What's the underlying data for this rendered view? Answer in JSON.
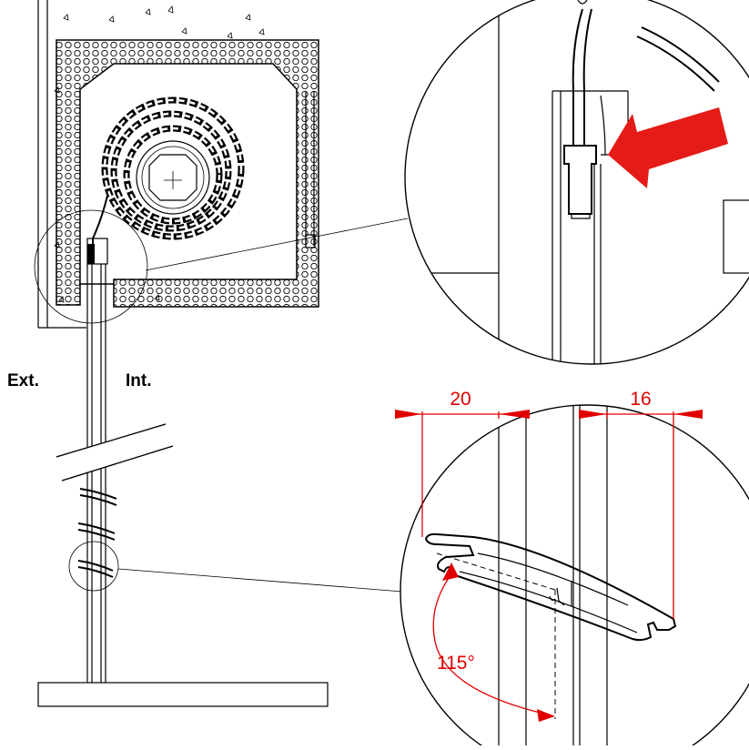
{
  "labels": {
    "exterior": "Ext.",
    "interior": "Int."
  },
  "dimensions": {
    "left_width": "20",
    "right_width": "16",
    "angle": "115°"
  },
  "colors": {
    "line": "#000000",
    "dimension": "#e00000",
    "arrow": "#e41b17",
    "background": "#ffffff"
  }
}
